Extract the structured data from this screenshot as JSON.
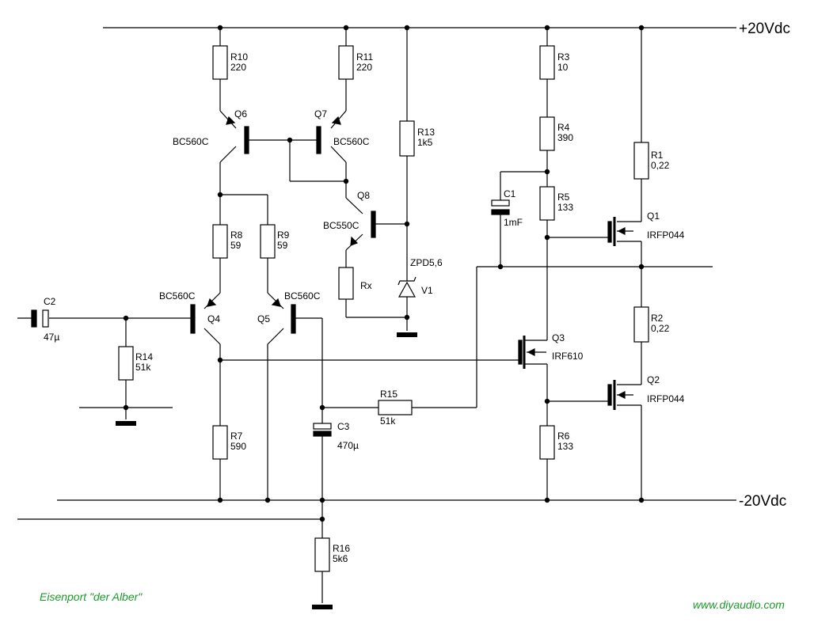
{
  "rails": {
    "positive": "+20Vdc",
    "negative": "-20Vdc"
  },
  "title": "Eisenport \"der Alber\"",
  "credit": "www.diyaudio.com",
  "colors": {
    "wire": "#000000",
    "credit": "#1a9a2a"
  },
  "components": {
    "R10": {
      "ref": "R10",
      "value": "220"
    },
    "R11": {
      "ref": "R11",
      "value": "220"
    },
    "R13": {
      "ref": "R13",
      "value": "1k5"
    },
    "R3": {
      "ref": "R3",
      "value": "10"
    },
    "R4": {
      "ref": "R4",
      "value": "390"
    },
    "R5": {
      "ref": "R5",
      "value": "133"
    },
    "R1": {
      "ref": "R1",
      "value": "0,22"
    },
    "R2": {
      "ref": "R2",
      "value": "0,22"
    },
    "R8": {
      "ref": "R8",
      "value": "59"
    },
    "R9": {
      "ref": "R9",
      "value": "59"
    },
    "R14": {
      "ref": "R14",
      "value": "51k"
    },
    "R7": {
      "ref": "R7",
      "value": "590"
    },
    "R15": {
      "ref": "R15",
      "value": "51k"
    },
    "R6": {
      "ref": "R6",
      "value": "133"
    },
    "R16": {
      "ref": "R16",
      "value": "5k6"
    },
    "Rx": {
      "ref": "Rx"
    },
    "C1": {
      "ref": "C1",
      "value": "1mF"
    },
    "C2": {
      "ref": "C2",
      "value": "47µ"
    },
    "C3": {
      "ref": "C3",
      "value": "470µ"
    },
    "Q1": {
      "ref": "Q1",
      "type": "IRFP044"
    },
    "Q2": {
      "ref": "Q2",
      "type": "IRFP044"
    },
    "Q3": {
      "ref": "Q3",
      "type": "IRF610"
    },
    "Q4": {
      "ref": "Q4",
      "type": "BC560C"
    },
    "Q5": {
      "ref": "Q5",
      "type": "BC560C"
    },
    "Q6": {
      "ref": "Q6",
      "type": "BC560C"
    },
    "Q7": {
      "ref": "Q7",
      "type": "BC560C"
    },
    "Q8": {
      "ref": "Q8",
      "type": "BC550C"
    },
    "V1": {
      "ref": "V1",
      "type": "ZPD5,6"
    }
  }
}
